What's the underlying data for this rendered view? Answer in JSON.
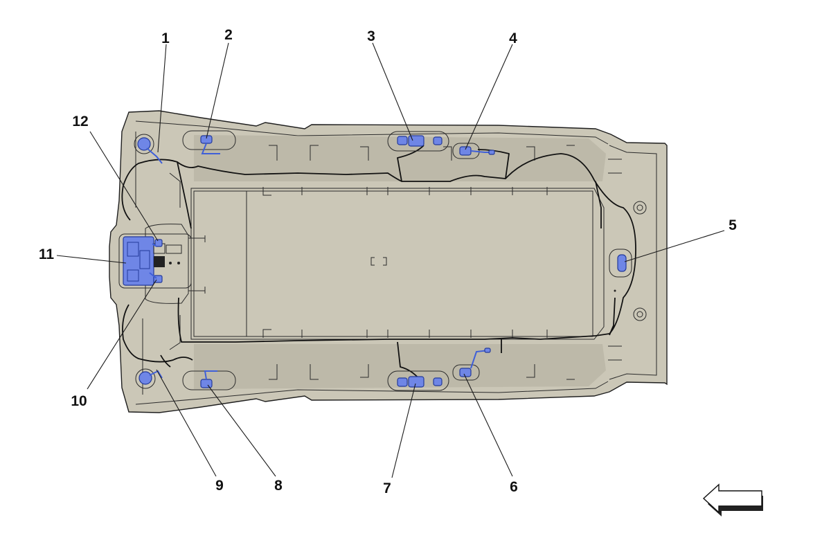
{
  "diagram": {
    "callouts": [
      {
        "id": "1",
        "label": "1"
      },
      {
        "id": "2",
        "label": "2"
      },
      {
        "id": "3",
        "label": "3"
      },
      {
        "id": "4",
        "label": "4"
      },
      {
        "id": "5",
        "label": "5"
      },
      {
        "id": "6",
        "label": "6"
      },
      {
        "id": "7",
        "label": "7"
      },
      {
        "id": "8",
        "label": "8"
      },
      {
        "id": "9",
        "label": "9"
      },
      {
        "id": "10",
        "label": "10"
      },
      {
        "id": "11",
        "label": "11"
      },
      {
        "id": "12",
        "label": "12"
      }
    ],
    "direction_arrow": "left",
    "colors": {
      "headliner": "#cbc7b7",
      "headliner_shadow": "#b9b5a4",
      "component": "#6f86e6",
      "outline": "#1e1e1e"
    }
  }
}
